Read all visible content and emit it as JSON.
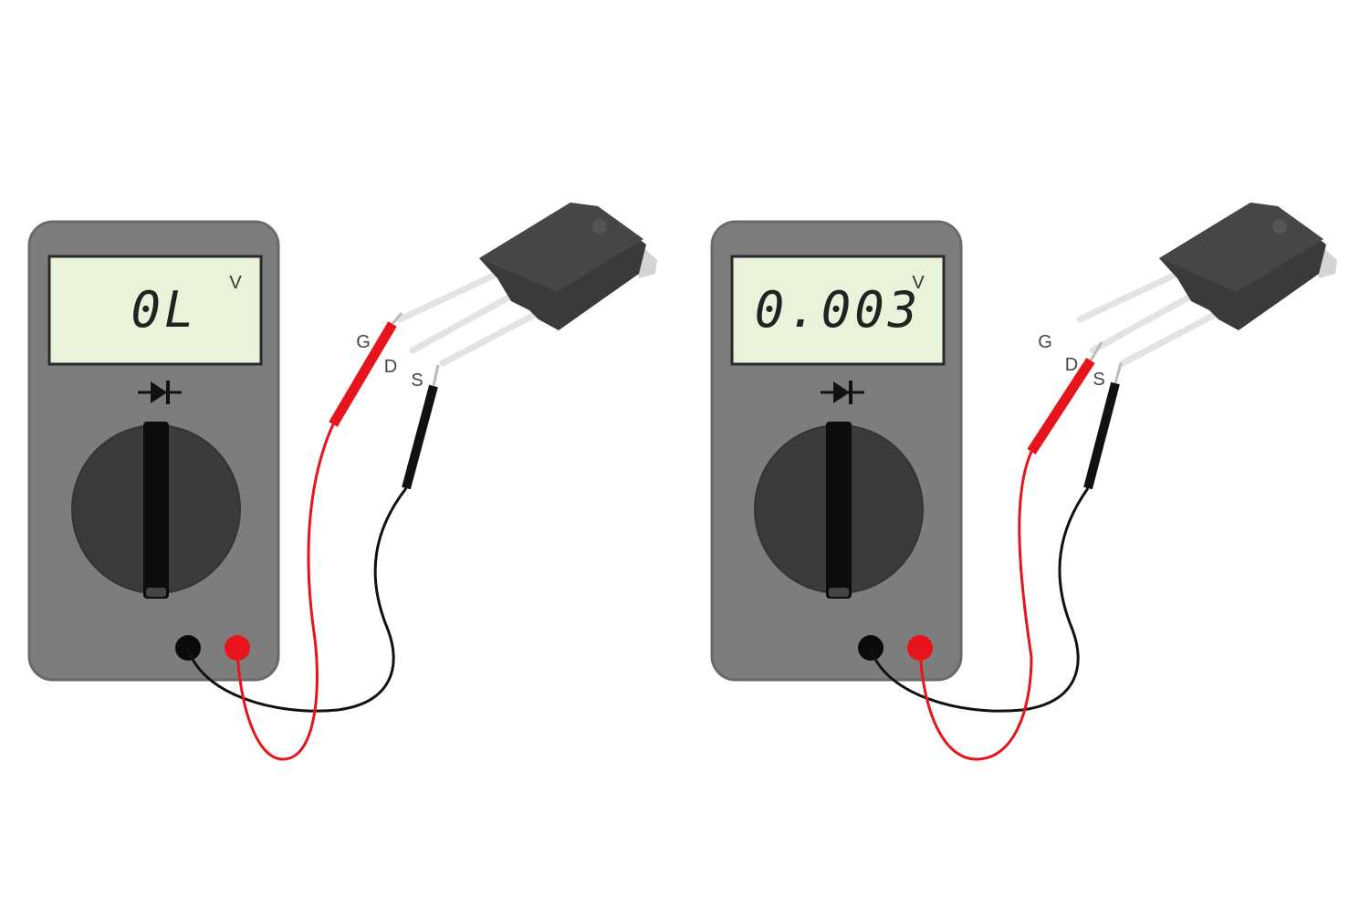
{
  "panels": [
    {
      "reading": "0L",
      "unit": "V",
      "mode": "diode-test",
      "red_probe_on": "G",
      "black_probe_on": "S"
    },
    {
      "reading": "0.003",
      "unit": "V",
      "mode": "diode-test",
      "red_probe_on": "D",
      "black_probe_on": "S"
    }
  ],
  "pin_labels": {
    "gate": "G",
    "drain": "D",
    "source": "S"
  },
  "colors": {
    "meter_body": "#7d7d7d",
    "display": "#e9f3da",
    "knob": "#3b3b3b",
    "red_lead": "#e8141b",
    "black_lead": "#111111",
    "transistor": "#3a3a3a"
  }
}
